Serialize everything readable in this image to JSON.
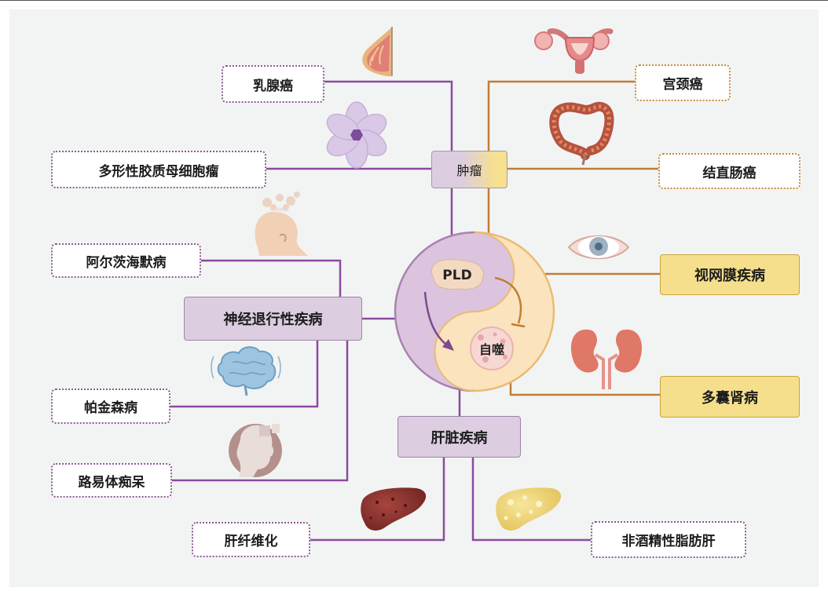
{
  "center": {
    "pld": "PLD",
    "autophagy": "自噬"
  },
  "hubs": {
    "tumor": "肿瘤",
    "neuro": "神经退行性疾病",
    "liver": "肝脏疾病"
  },
  "tumor_items": {
    "breast": "乳腺癌",
    "glioblastoma": "多形性胶质母细胞瘤",
    "cervical": "宫颈癌",
    "colorectal": "结直肠癌"
  },
  "neuro_items": {
    "alzheimer": "阿尔茨海默病",
    "parkinson": "帕金森病",
    "lewy": "路易体痴呆"
  },
  "liver_items": {
    "fibrosis": "肝纤维化",
    "nafld": "非酒精性脂肪肝"
  },
  "other_items": {
    "retina": "视网膜疾病",
    "pkd": "多囊肾病"
  },
  "colors": {
    "purple_line": "#8c4a9e",
    "orange_line": "#c27d34",
    "purple_fill": "#dccde1",
    "yellow_fill": "#f6df8c",
    "yin": "#dcc4de",
    "yang": "#fbe3bd"
  }
}
